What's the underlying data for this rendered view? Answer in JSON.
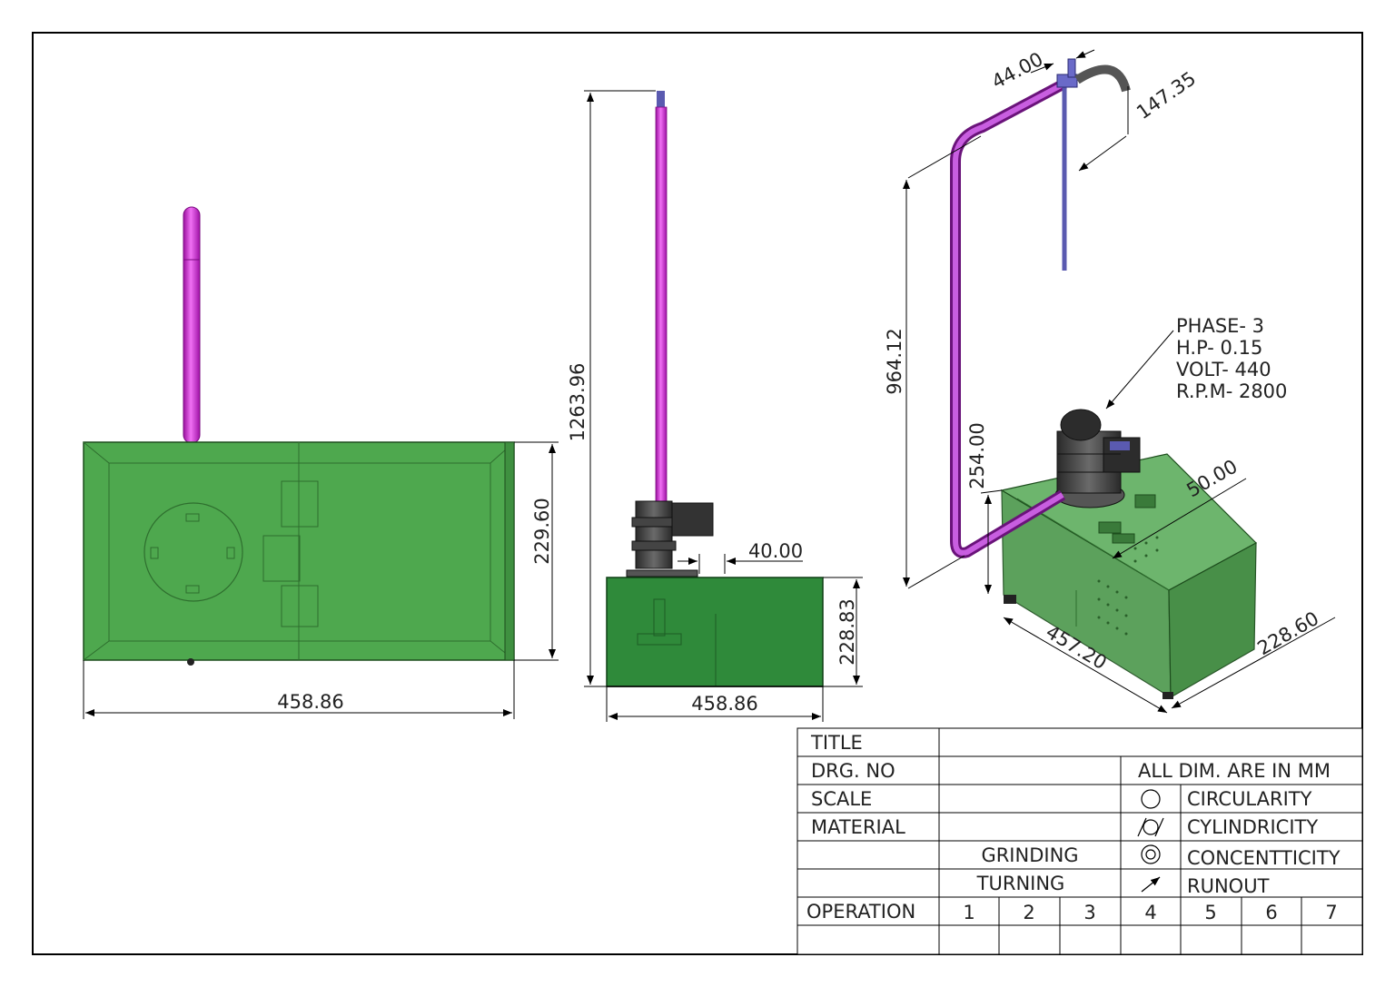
{
  "views": {
    "front": {
      "width_dim": "458.86",
      "height_dim": "229.60"
    },
    "side": {
      "height_dim": "1263.96",
      "offset_dim": "40.00",
      "tank_height_dim": "228.83",
      "width_dim": "458.86"
    },
    "iso": {
      "dims": {
        "d1": "44.00",
        "d2": "147.35",
        "d3": "964.12",
        "d4": "254.00",
        "d5": "50.00",
        "d6": "457.20",
        "d7": "228.60"
      },
      "motor_note": [
        "PHASE- 3",
        "H.P- 0.15",
        "VOLT- 440",
        "R.P.M- 2800"
      ]
    }
  },
  "title_block": {
    "labels": {
      "title": "TITLE",
      "drg_no": "DRG. NO",
      "scale": "SCALE",
      "material": "MATERIAL",
      "operation": "OPERATION"
    },
    "units_note": "ALL DIM. ARE IN MM",
    "symbols": [
      {
        "icon": "circularity-icon",
        "label": "CIRCULARITY"
      },
      {
        "icon": "cylindricity-icon",
        "label": "CYLINDRICITY"
      },
      {
        "icon": "concentricity-icon",
        "label": "CONCENTTICITY"
      },
      {
        "icon": "runout-icon",
        "label": "RUNOUT"
      }
    ],
    "processes": [
      "GRINDING",
      "TURNING"
    ],
    "operation_numbers": [
      "1",
      "2",
      "3",
      "4",
      "5",
      "6",
      "7"
    ]
  },
  "colors": {
    "tank": "#4ea84e",
    "tank_iso": "#4f9a4f",
    "pipe": "#d020d8",
    "pipe_iso": "#a33dc2",
    "rod": "#5a5ab0",
    "motor": "#3a3a3a"
  }
}
